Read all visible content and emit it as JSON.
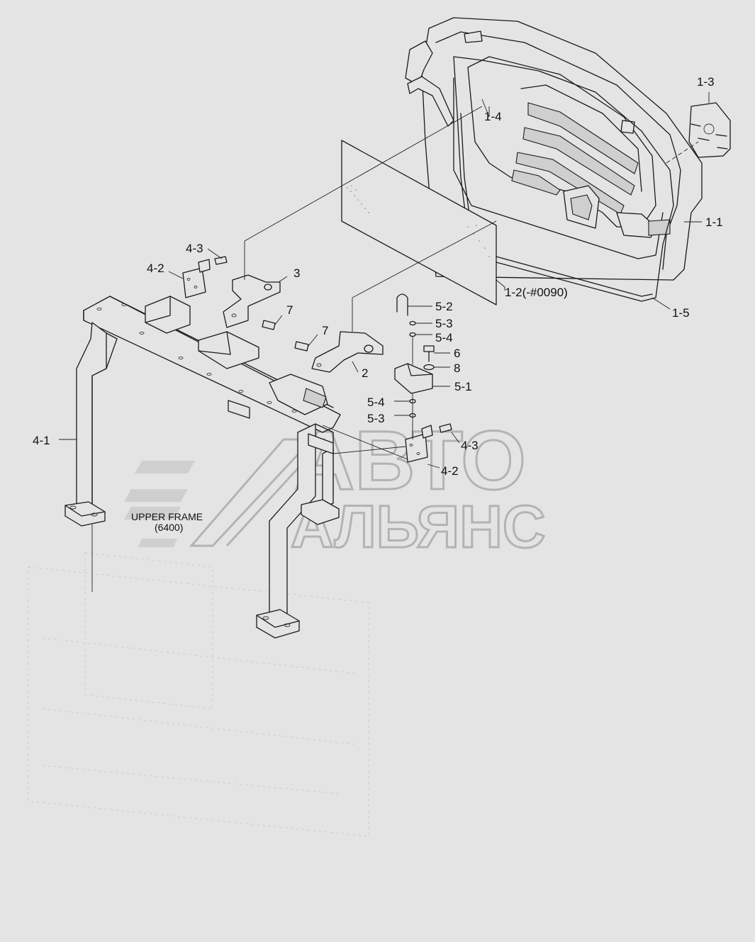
{
  "labels": {
    "p1_1": "1-1",
    "p1_2": "1-2(-#0090)",
    "p1_3": "1-3",
    "p1_4": "1-4",
    "p1_5": "1-5",
    "p2": "2",
    "p3": "3",
    "p4_1": "4-1",
    "p4_2_left": "4-2",
    "p4_2_right": "4-2",
    "p4_3_left": "4-3",
    "p4_3_right": "4-3",
    "p5_1": "5-1",
    "p5_2": "5-2",
    "p5_3_top": "5-3",
    "p5_3_bottom": "5-3",
    "p5_4_top": "5-4",
    "p5_4_bottom": "5-4",
    "p6": "6",
    "p7_left": "7",
    "p7_right": "7",
    "p8": "8"
  },
  "frame_note": {
    "line1": "UPPER FRAME",
    "line2": "(6400)"
  },
  "watermark": {
    "line1": "АВТО",
    "line2": "АЛЬЯНС"
  },
  "colors": {
    "background": "#e4e4e4",
    "ink": "#1a1a1a",
    "watermark": "#b3b3b3"
  }
}
